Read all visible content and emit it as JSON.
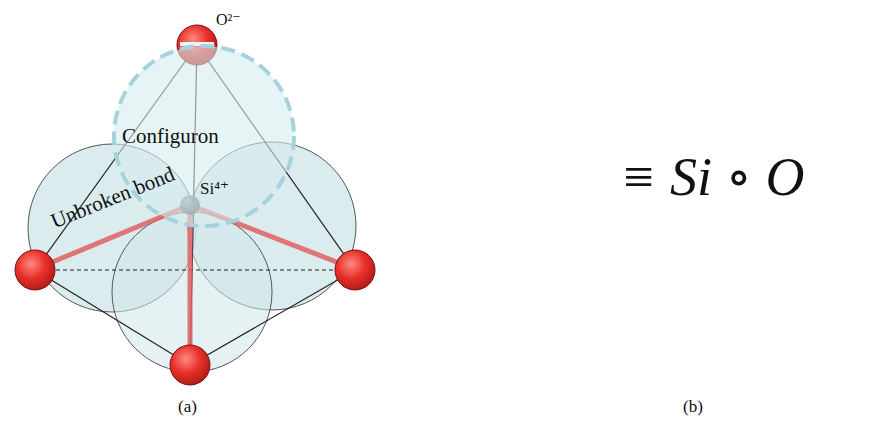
{
  "diagram": {
    "nodes": [
      {
        "text": [
          "Configuron"
        ]
      }
    ],
    "labels": [
      "O²⁻",
      "Si⁴⁺",
      "Unbroken bond",
      "(a)",
      "(b)",
      "≡ Si ∘ O"
    ]
  }
}
